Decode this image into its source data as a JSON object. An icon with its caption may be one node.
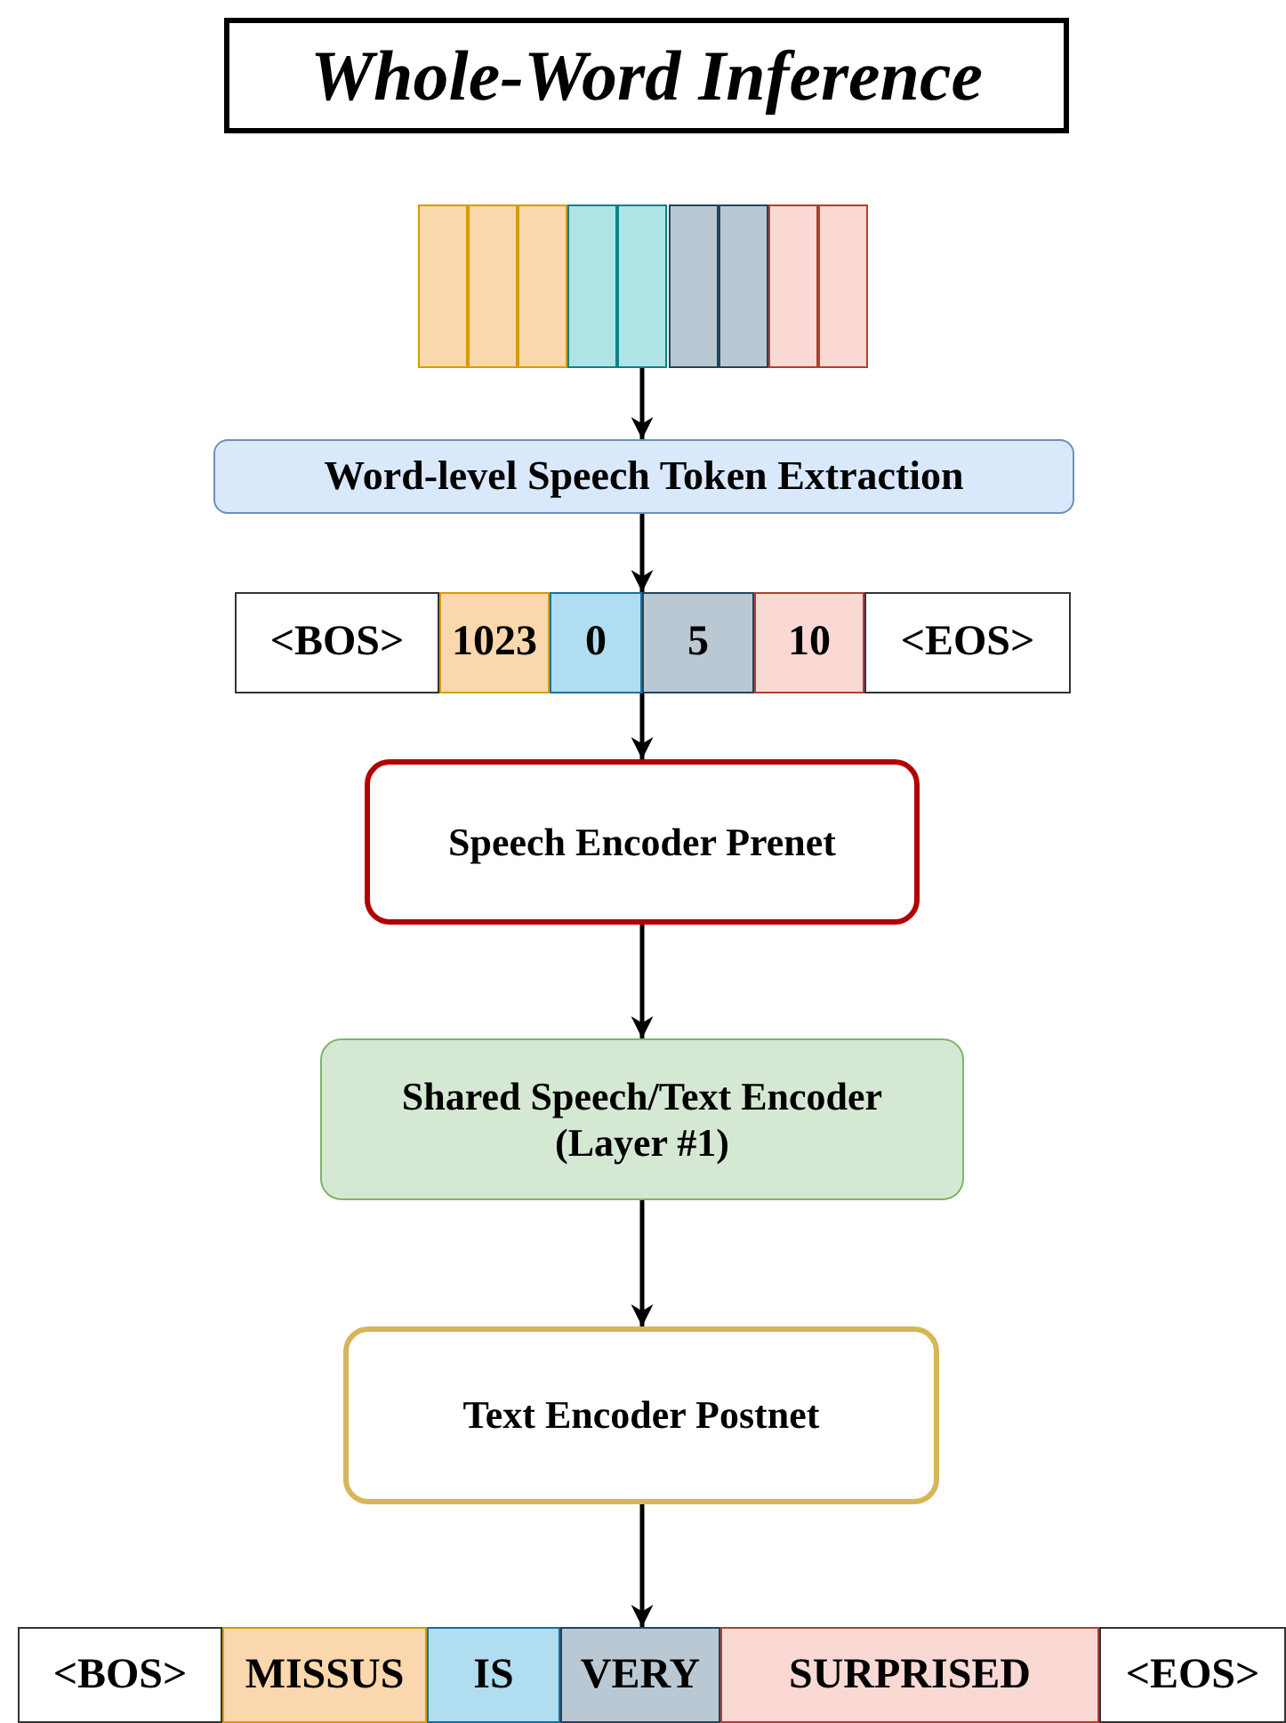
{
  "diagram": {
    "title": "Whole-Word Inference",
    "nodes": [
      {
        "text": [],
        "shape": "bar"
      },
      {
        "text": [],
        "shape": "box",
        "in": 0
      },
      {
        "text": [],
        "shape": "box",
        "in": 0
      },
      {
        "text": [],
        "shape": "box",
        "in": 0
      },
      {
        "text": [],
        "shape": "box",
        "in": 0
      },
      {
        "text": [],
        "shape": "box",
        "in": 0
      },
      {
        "text": [],
        "shape": "box",
        "in": 0
      },
      {
        "text": [],
        "shape": "box",
        "in": 0
      },
      {
        "text": [],
        "shape": "box",
        "in": 0
      },
      {
        "text": [],
        "shape": "box",
        "in": 0
      },
      {
        "text": [
          "Word-level Speech Token Extraction"
        ]
      },
      {
        "text": [],
        "shape": "bar"
      },
      {
        "text": [
          "<BOS>"
        ],
        "in": 11
      },
      {
        "text": [
          "1023"
        ],
        "in": 11
      },
      {
        "text": [
          "0"
        ],
        "in": 11
      },
      {
        "text": [
          "5"
        ],
        "in": 11
      },
      {
        "text": [
          "10"
        ],
        "in": 11
      },
      {
        "text": [
          "<EOS>"
        ],
        "in": 11
      },
      {
        "text": [
          "Speech Encoder Prenet"
        ]
      },
      {
        "text": [
          "Shared Speech/Text Encoder (Layer #1)"
        ]
      },
      {
        "text": [
          "Text Encoder Postnet"
        ]
      },
      {
        "text": [],
        "shape": "bar"
      },
      {
        "text": [
          "<BOS>"
        ],
        "in": 21
      },
      {
        "text": [
          "MISSUS"
        ],
        "in": 21
      },
      {
        "text": [
          "IS"
        ],
        "in": 21
      },
      {
        "text": [
          "VERY"
        ],
        "in": 21
      },
      {
        "text": [
          "SURPRISED"
        ],
        "in": 21
      },
      {
        "text": [
          "<EOS>"
        ],
        "in": 21
      }
    ],
    "edges": [
      {
        "from": 0,
        "to": 10,
        "arrow": "to"
      },
      {
        "from": 10,
        "to": 11,
        "arrow": "to"
      },
      {
        "from": 11,
        "to": 18,
        "arrow": "to"
      },
      {
        "from": 18,
        "to": 19,
        "arrow": "to"
      },
      {
        "from": 19,
        "to": 20,
        "arrow": "to"
      },
      {
        "from": 20,
        "to": 21,
        "arrow": "to"
      }
    ]
  }
}
